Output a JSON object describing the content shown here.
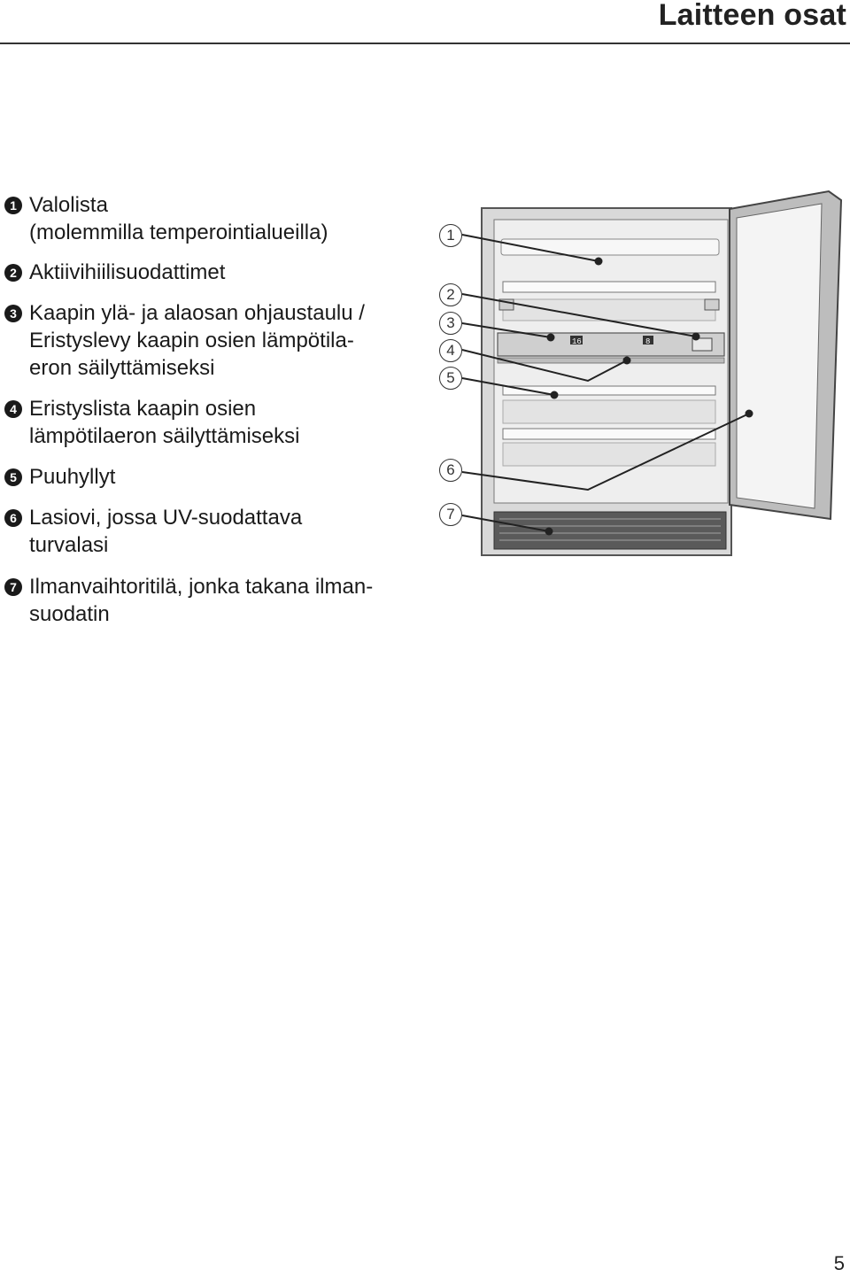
{
  "header": {
    "title": "Laitteen osat"
  },
  "legend": [
    {
      "num": "1",
      "lines": [
        "Valolista",
        "(molemmilla temperointialueilla)"
      ]
    },
    {
      "num": "2",
      "lines": [
        "Aktiivihiilisuodattimet"
      ]
    },
    {
      "num": "3",
      "lines": [
        "Kaapin ylä- ja alaosan ohjaustaulu /",
        "Eristyslevy kaapin osien lämpötila-",
        "eron säilyttämiseksi"
      ]
    },
    {
      "num": "4",
      "lines": [
        "Eristyslista kaapin osien",
        "lämpötilaeron säilyttämiseksi"
      ]
    },
    {
      "num": "5",
      "lines": [
        "Puuhyllyt"
      ]
    },
    {
      "num": "6",
      "lines": [
        "Lasiovi, jossa UV-suodattava",
        "turvalasi"
      ]
    },
    {
      "num": "7",
      "lines": [
        "Ilmanvaihtoritilä, jonka takana ilman-",
        "suodatin"
      ]
    }
  ],
  "figure": {
    "callouts": [
      "1",
      "2",
      "3",
      "4",
      "5",
      "6",
      "7"
    ],
    "display_upper": "16",
    "display_lower": "8"
  },
  "footer": {
    "page_number": "5"
  }
}
